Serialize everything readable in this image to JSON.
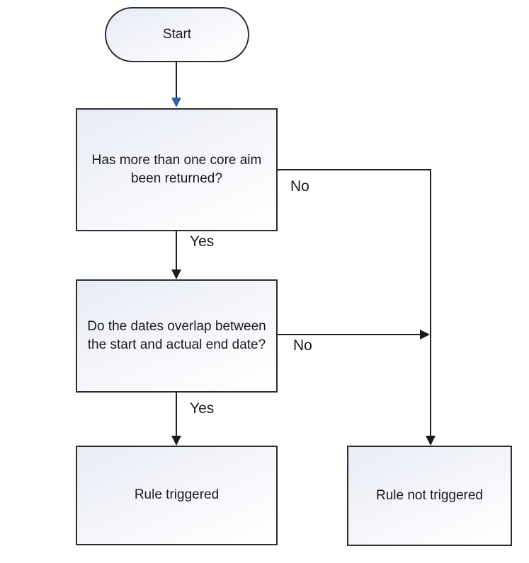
{
  "diagram": {
    "nodes": {
      "start": {
        "label": "Start",
        "shape": "terminator"
      },
      "decision1": {
        "label": "Has more than one core aim\nbeen returned?",
        "shape": "process"
      },
      "decision2": {
        "label": "Do the dates overlap between\nthe start and actual end date?",
        "shape": "process"
      },
      "rule_triggered": {
        "label": "Rule triggered",
        "shape": "process"
      },
      "rule_not_triggered": {
        "label": "Rule not triggered",
        "shape": "process"
      }
    },
    "edges": {
      "decision1_yes": {
        "label": "Yes"
      },
      "decision1_no": {
        "label": "No"
      },
      "decision2_yes": {
        "label": "Yes"
      },
      "decision2_no": {
        "label": "No"
      }
    },
    "colors": {
      "background": "#ffffff",
      "node_border": "#2d2d2d",
      "node_fill_top": "#e8ebf4",
      "node_fill_bottom": "#ffffff",
      "connector_line": "#1f1f1f",
      "arrowhead": "#1a1a1a",
      "start_arrowhead": "#3060ac",
      "text": "#1a1a1a"
    }
  }
}
